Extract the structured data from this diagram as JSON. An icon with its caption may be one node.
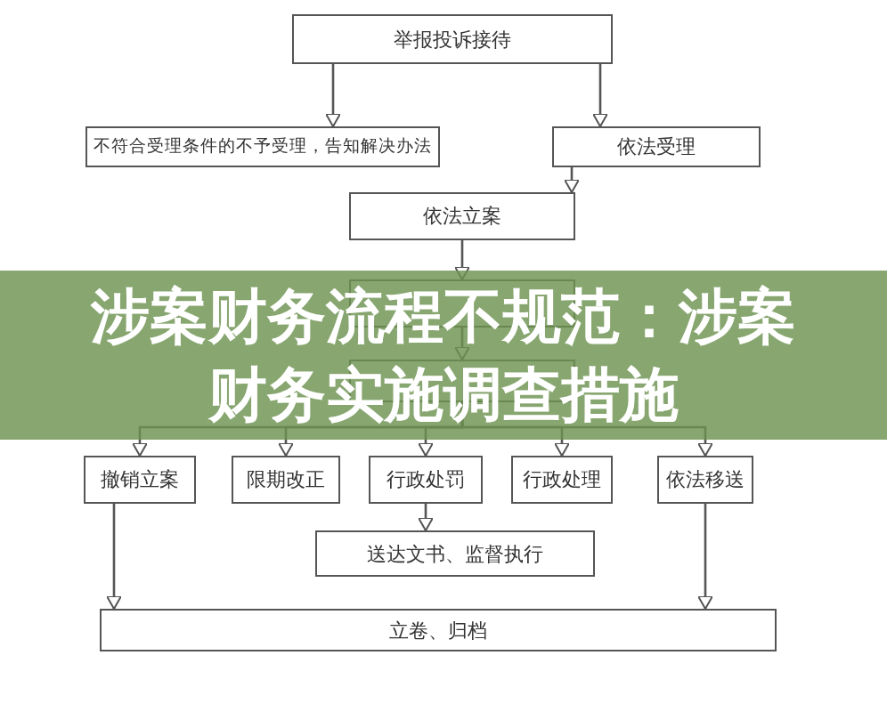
{
  "diagram": {
    "title": "涉案财务流程不规范：涉案财务实施调查措施",
    "nodes": [
      {
        "text": [
          "举报投诉接待"
        ]
      },
      {
        "text": [
          "不符合受理条件的不予受理，告知解决办法"
        ]
      },
      {
        "text": [
          "依法受理"
        ]
      },
      {
        "text": [
          "依法立案"
        ]
      },
      {
        "text": [],
        "shape": "box"
      },
      {
        "text": [],
        "shape": "box"
      },
      {
        "text": [
          "撤销立案"
        ]
      },
      {
        "text": [
          "限期改正"
        ]
      },
      {
        "text": [
          "行政处罚"
        ]
      },
      {
        "text": [
          "行政处理"
        ]
      },
      {
        "text": [
          "依法移送"
        ]
      },
      {
        "text": [
          "送达文书、监督执行"
        ]
      },
      {
        "text": [
          "立卷、归档"
        ]
      }
    ],
    "edges": [
      {
        "from": 0,
        "to": 1,
        "arrow": "to"
      },
      {
        "from": 0,
        "to": 2,
        "arrow": "to"
      },
      {
        "from": 2,
        "to": 3,
        "arrow": "to"
      },
      {
        "from": 3,
        "to": 4,
        "arrow": "to"
      },
      {
        "from": 4,
        "to": 5,
        "arrow": "to"
      },
      {
        "from": 5,
        "to": 6,
        "arrow": "to"
      },
      {
        "from": 5,
        "to": 7,
        "arrow": "to"
      },
      {
        "from": 5,
        "to": 8,
        "arrow": "to"
      },
      {
        "from": 5,
        "to": 9,
        "arrow": "to"
      },
      {
        "from": 5,
        "to": 10,
        "arrow": "to"
      },
      {
        "from": 8,
        "to": 11,
        "arrow": "to"
      },
      {
        "from": 6,
        "to": 12,
        "arrow": "to"
      },
      {
        "from": 10,
        "to": 12,
        "arrow": "to"
      }
    ]
  }
}
